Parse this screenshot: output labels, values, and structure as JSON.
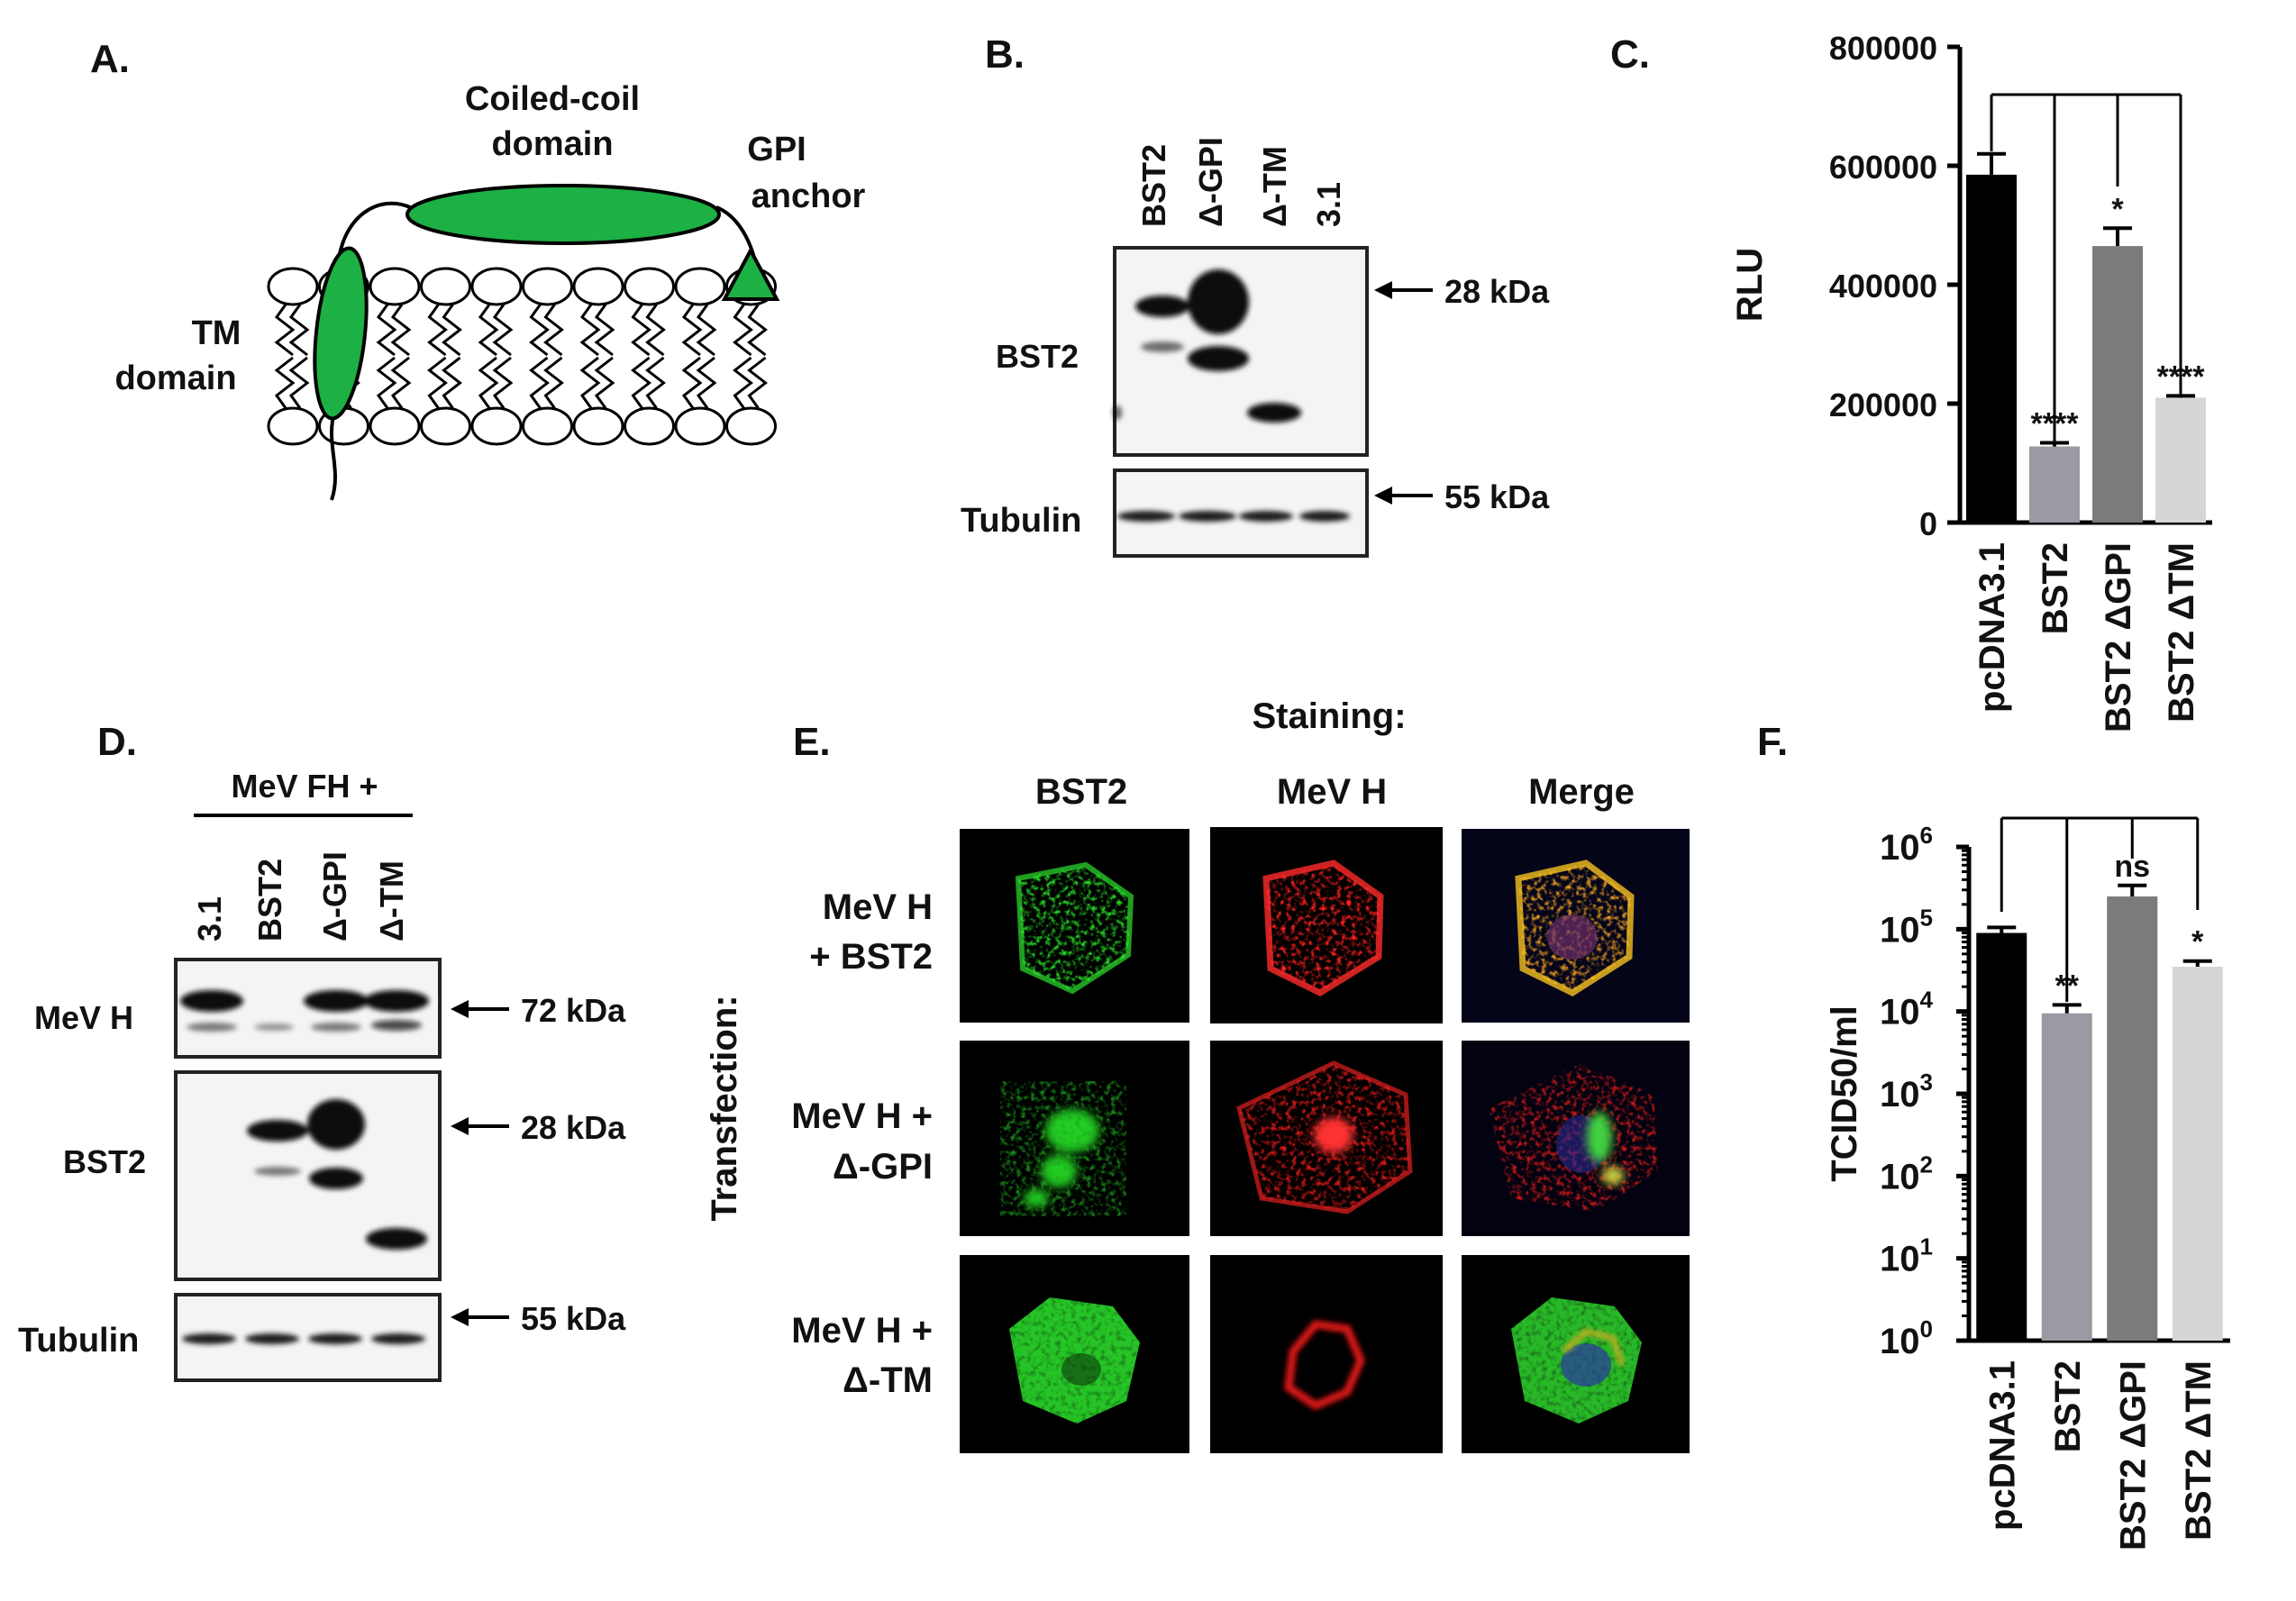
{
  "panel_letters": {
    "a": "A.",
    "b": "B.",
    "c": "C.",
    "d": "D.",
    "e": "E.",
    "f": "F."
  },
  "panel_a": {
    "coiled_coil_1": "Coiled-coil",
    "coiled_coil_2": "domain",
    "gpi_1": "GPI",
    "gpi_2": "anchor",
    "tm_1": "TM",
    "tm_2": "domain",
    "green": "#1db045"
  },
  "panel_b": {
    "lanes": [
      "BST2",
      "Δ-GPI",
      "Δ-TM",
      "3.1"
    ],
    "row_bst2": "BST2",
    "row_tubulin": "Tubulin",
    "marker_28": "28 kDa",
    "marker_55": "55 kDa"
  },
  "panel_d": {
    "header": "MeV FH +",
    "lanes": [
      "3.1",
      "BST2",
      "Δ-GPI",
      "Δ-TM"
    ],
    "row_mevh": "MeV H",
    "row_bst2": "BST2",
    "row_tubulin": "Tubulin",
    "marker_72": "72 kDa",
    "marker_28": "28 kDa",
    "marker_55": "55 kDa"
  },
  "panel_e": {
    "staining": "Staining:",
    "transfection": "Transfection:",
    "columns": [
      "BST2",
      "MeV H",
      "Merge"
    ],
    "rows": [
      {
        "line1": "MeV H",
        "line2": "+ BST2"
      },
      {
        "line1": "MeV H +",
        "line2": "Δ-GPI"
      },
      {
        "line1": "MeV H +",
        "line2": "Δ-TM"
      }
    ]
  },
  "chart_data": [
    {
      "type": "bar",
      "panel": "C",
      "categories": [
        "pcDNA3.1",
        "BST2",
        "BST2 ΔGPI",
        "BST2 ΔTM"
      ],
      "values": [
        585000,
        128000,
        465000,
        210000
      ],
      "errors": [
        35000,
        6000,
        30000,
        3000
      ],
      "significance": [
        "",
        "****",
        "*",
        "****"
      ],
      "colors": [
        "#000000",
        "#9a9aa2",
        "#7b7b7b",
        "#d6d6d6"
      ],
      "ylabel": "RLU",
      "ylim": [
        0,
        800000
      ],
      "yticks": [
        "0",
        "200000",
        "400000",
        "600000",
        "800000"
      ],
      "log_scale": false
    },
    {
      "type": "bar",
      "panel": "F",
      "categories": [
        "pcDNA3.1",
        "BST2",
        "BST2 ΔGPI",
        "BST2 ΔTM"
      ],
      "values": [
        90000,
        9500,
        250000,
        35000
      ],
      "errors_high": [
        105000,
        12000,
        340000,
        41000
      ],
      "significance": [
        "",
        "**",
        "ns",
        "*"
      ],
      "colors": [
        "#000000",
        "#9a9aa2",
        "#7b7b7b",
        "#d6d6d6"
      ],
      "ylabel": "TCID50/ml",
      "ylim": [
        1,
        1000000
      ],
      "yticks": [
        {
          "base": "10",
          "exp": "0"
        },
        {
          "base": "10",
          "exp": "1"
        },
        {
          "base": "10",
          "exp": "2"
        },
        {
          "base": "10",
          "exp": "3"
        },
        {
          "base": "10",
          "exp": "4"
        },
        {
          "base": "10",
          "exp": "5"
        },
        {
          "base": "10",
          "exp": "6"
        }
      ],
      "log_scale": true
    }
  ]
}
